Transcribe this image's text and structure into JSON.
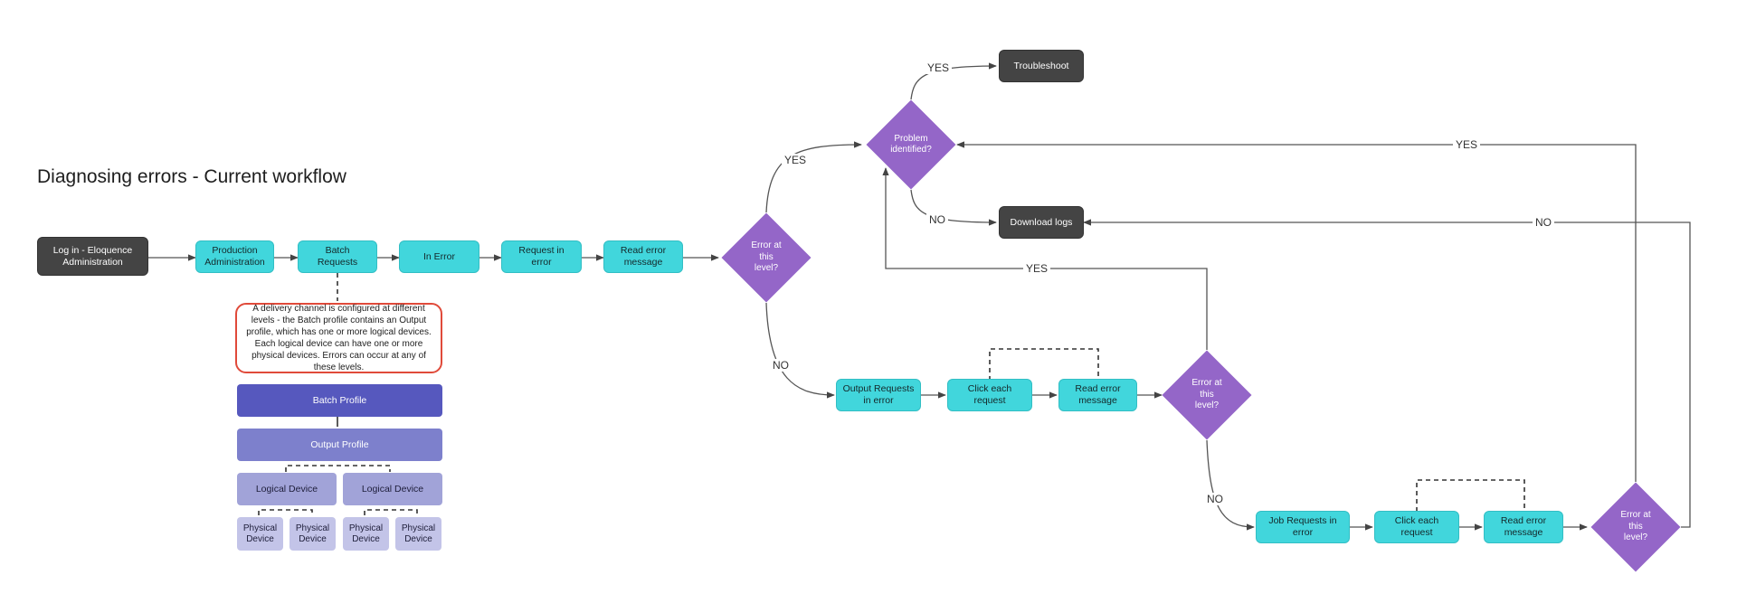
{
  "title": "Diagnosing errors - Current workflow",
  "nodes": {
    "login": "Log in - Eloquence Administration",
    "production_admin": "Production Administration",
    "batch_requests": "Batch Requests",
    "in_error": "In Error",
    "request_in_error": "Request in error",
    "read_error_1": "Read error message",
    "error_level_1": "Error at this level?",
    "problem_identified": "Problem identified?",
    "troubleshoot": "Troubleshoot",
    "download_logs": "Download logs",
    "output_requests": "Output Requests in error",
    "click_each_1": "Click each request",
    "read_error_2": "Read error message",
    "error_level_2": "Error at this level?",
    "job_requests": "Job Requests in error",
    "click_each_2": "Click each request",
    "read_error_3": "Read error message",
    "error_level_3": "Error at this level?"
  },
  "note": "A delivery channel is configured at different levels - the Batch profile contains an Output profile, which has one or more logical devices. Each logical device can have one or more physical devices. Errors can occur at any of these levels.",
  "hierarchy": {
    "batch_profile": "Batch Profile",
    "output_profile": "Output Profile",
    "logical_device_1": "Logical Device",
    "logical_device_2": "Logical Device",
    "physical_device_1": "Physical Device",
    "physical_device_2": "Physical Device",
    "physical_device_3": "Physical Device",
    "physical_device_4": "Physical Device"
  },
  "labels": {
    "yes_troubleshoot": "YES",
    "no_download": "NO",
    "yes_from_level1": "YES",
    "no_from_level1": "NO",
    "yes_from_level2": "YES",
    "no_from_level2": "NO",
    "yes_from_level3": "YES",
    "no_from_level3": "NO"
  },
  "colors": {
    "dark": "#444444",
    "teal": "#41d6dc",
    "purple": "#9466c8",
    "note_border": "#e04a3a",
    "batch_profile": "#5658be",
    "output_profile": "#7d80cc",
    "logical_device": "#a1a3d8",
    "physical_device": "#c3c4e8"
  }
}
